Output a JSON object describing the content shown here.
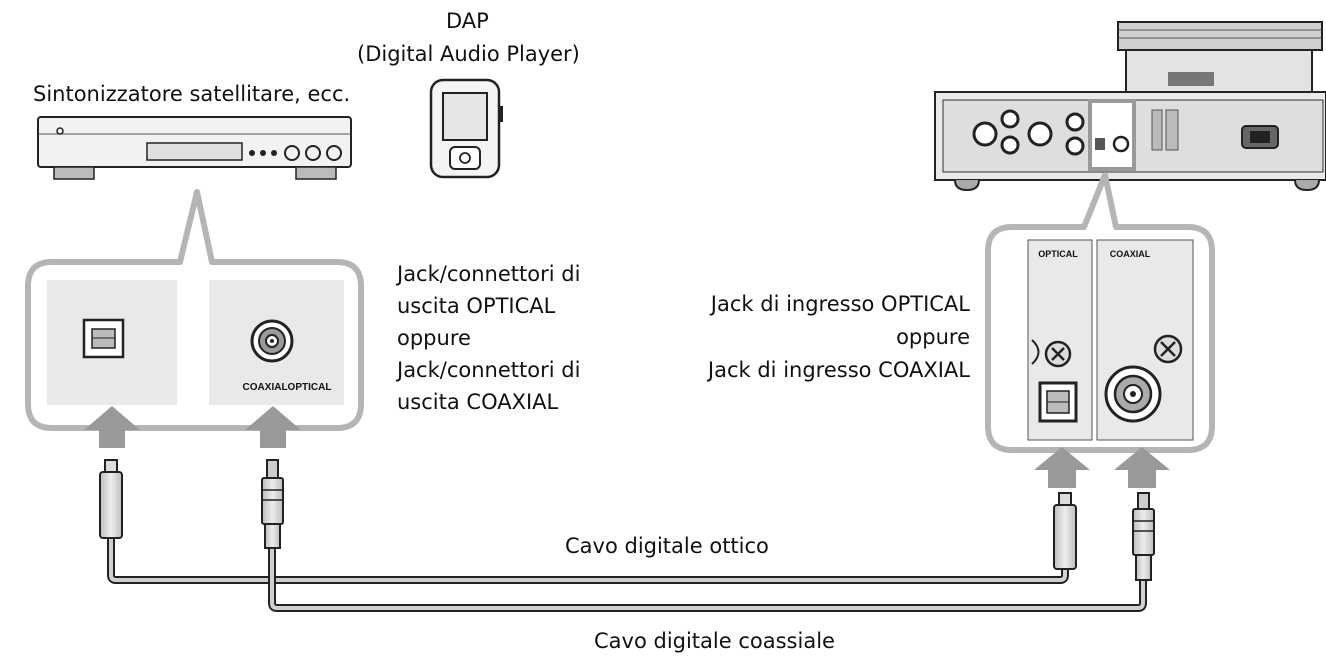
{
  "source_labels": {
    "dap_title": "DAP",
    "dap_subtitle": "(Digital Audio Player)",
    "tuner": "Sintonizzatore satellitare, ecc."
  },
  "output_jacks_text": [
    "Jack/connettori di",
    "uscita OPTICAL",
    "oppure",
    "Jack/connettori di",
    "uscita COAXIAL"
  ],
  "source_panel_label": "COAXIALOPTICAL",
  "input_jacks_text": [
    "Jack di ingresso OPTICAL",
    "oppure",
    "Jack di ingresso COAXIAL"
  ],
  "amp_panel_labels": {
    "optical": "OPTICAL",
    "coaxial": "COAXIAL"
  },
  "cables": {
    "optical": "Cavo digitale ottico",
    "coaxial": "Cavo digitale coassiale"
  },
  "colors": {
    "line": "#222222",
    "panel": "#e9e9e9",
    "arrow": "#9a9a9a",
    "callout": "#b5b5b5",
    "cable": "#d0d0d0"
  }
}
